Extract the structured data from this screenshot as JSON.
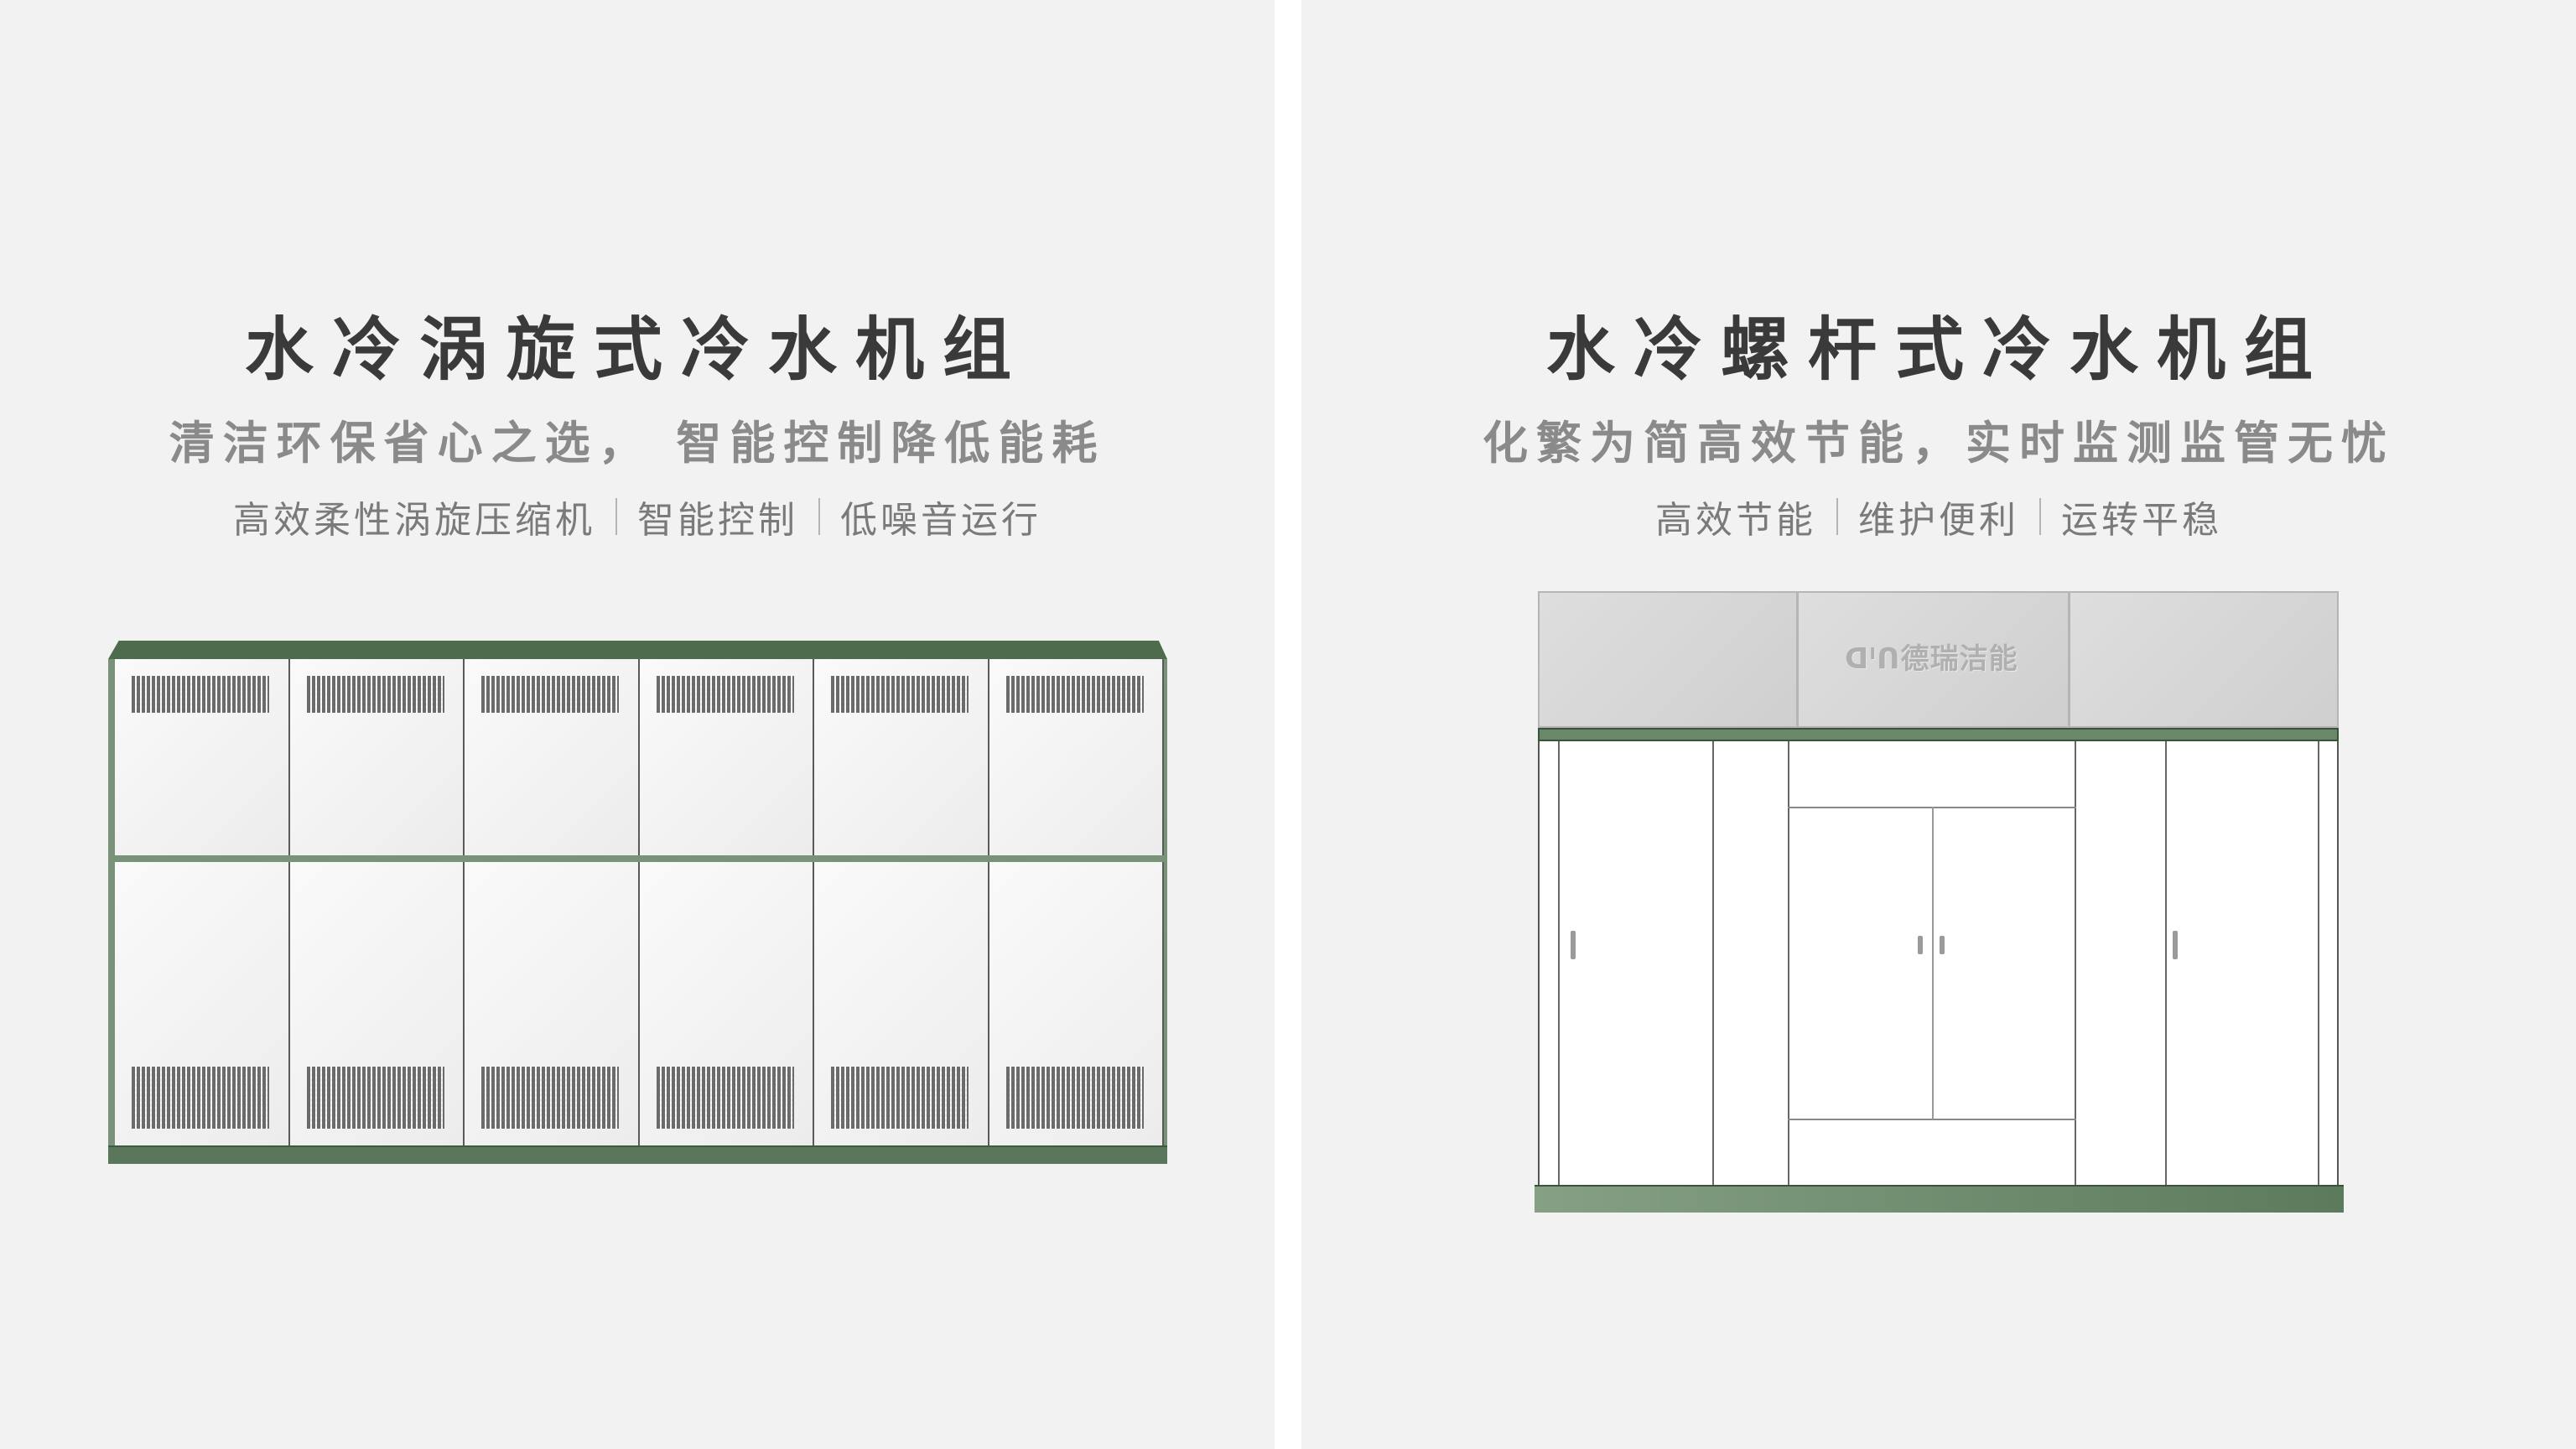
{
  "left": {
    "title": "水冷涡旋式冷水机组",
    "subtitle": "清洁环保省心之选， 智能控制降低能耗",
    "features": [
      "高效柔性涡旋压缩机",
      "智能控制",
      "低噪音运行"
    ]
  },
  "right": {
    "title": "水冷螺杆式冷水机组",
    "subtitle": "化繁为简高效节能，实时监测监管无忧",
    "features": [
      "高效节能",
      "维护便利",
      "运转平稳"
    ],
    "logo_text": "ᗡᑊᑎ德瑞洁能"
  },
  "colors": {
    "frame_green": "#4e6b4e",
    "background": "#f2f2f2"
  }
}
